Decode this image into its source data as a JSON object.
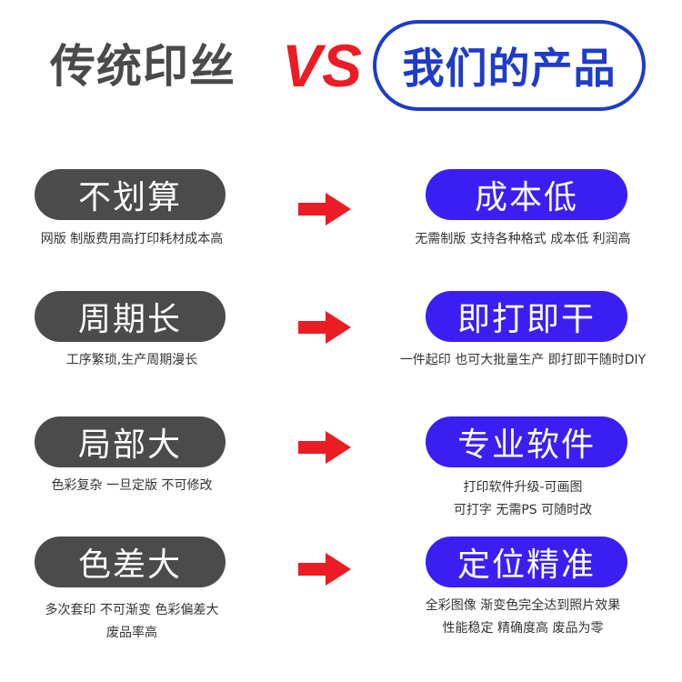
{
  "header": {
    "left_title": "传统印丝",
    "vs": "VS",
    "right_title": "我们的产品"
  },
  "colors": {
    "left_pill": "#4b4b4b",
    "right_pill": "#3b1ff2",
    "arrow": "#ec1c24",
    "vs": "#ec1c24",
    "right_title": "#1e3cc8",
    "left_title": "#4a4a4a"
  },
  "rows": [
    {
      "left_label": "不划算",
      "left_caption": [
        "网版 制版费用高打印耗材成本高"
      ],
      "right_label": "成本低",
      "right_caption": [
        "无需制版 支持各种格式 成本低 利润高"
      ]
    },
    {
      "left_label": "周期长",
      "left_caption": [
        "工序繁琐,生产周期漫长"
      ],
      "right_label": "即打即干",
      "right_caption": [
        "一件起印 也可大批量生产 即打即干随时DIY"
      ]
    },
    {
      "left_label": "局部大",
      "left_caption": [
        "色彩复杂 一旦定版 不可修改"
      ],
      "right_label": "专业软件",
      "right_caption": [
        "打印软件升级-可画图",
        "可打字 无需PS 可随时改"
      ]
    },
    {
      "left_label": "色差大",
      "left_caption": [
        "多次套印 不可渐变 色彩偏差大",
        "废品率高"
      ],
      "right_label": "定位精准",
      "right_caption": [
        "全彩图像 渐变色完全达到照片效果",
        "性能稳定 精确度高 废品为零"
      ]
    }
  ],
  "icons": {
    "arrow": "right-arrow-icon"
  }
}
